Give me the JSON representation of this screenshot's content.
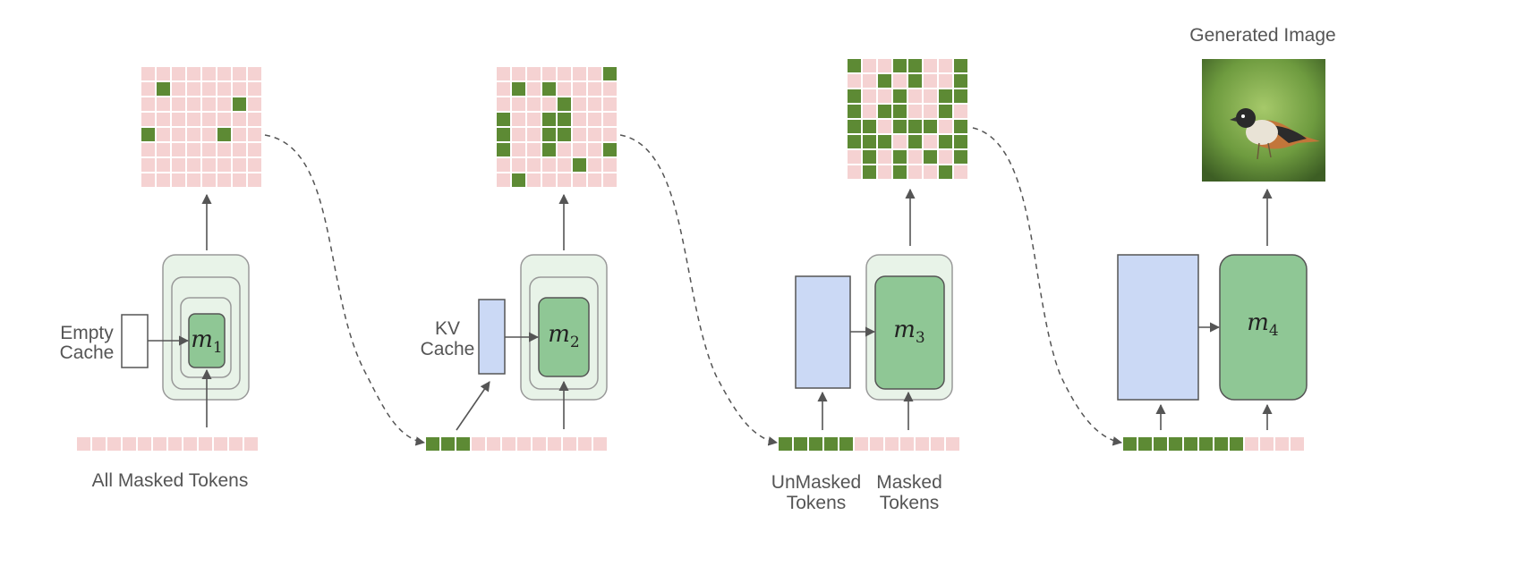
{
  "labels": {
    "empty_cache": [
      "Empty",
      "Cache"
    ],
    "kv_cache": [
      "KV",
      "Cache"
    ],
    "all_masked": "All Masked Tokens",
    "unmasked_tokens": [
      "UnMasked",
      "Tokens"
    ],
    "masked_tokens": [
      "Masked",
      "Tokens"
    ],
    "generated_image": "Generated Image"
  },
  "models": [
    {
      "base": "m",
      "sub": "1"
    },
    {
      "base": "m",
      "sub": "2"
    },
    {
      "base": "m",
      "sub": "3"
    },
    {
      "base": "m",
      "sub": "4"
    }
  ],
  "colors": {
    "mask_token": "#f5d2d2",
    "model_fill": "#8fc795",
    "model_outer": "#e8f3e8",
    "cache_fill": "#cbd9f5",
    "outline": "#666666",
    "arrow": "#555555"
  }
}
